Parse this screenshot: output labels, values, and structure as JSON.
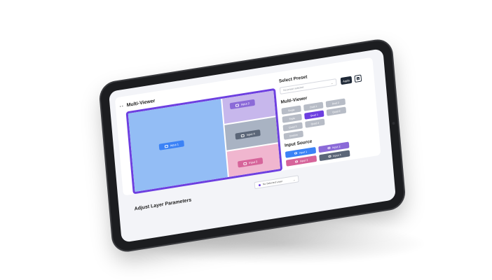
{
  "panel": {
    "title": "Multi-Viewer",
    "menu_glyph": "• •"
  },
  "viewer": {
    "cells": [
      {
        "label": "Input 1",
        "color": "#93bdf5",
        "chip_color": "#3b82f6"
      },
      {
        "label": "Input 2",
        "color": "#c7b7ec",
        "chip_color": "#8b6ad8"
      },
      {
        "label": "Input 4",
        "color": "#a9b3c3",
        "chip_color": "#5b6678"
      },
      {
        "label": "Input 3",
        "color": "#f0b6cf",
        "chip_color": "#d6649a"
      }
    ],
    "accent": "#6d3fe0"
  },
  "preset": {
    "title": "Select Preset",
    "placeholder": "No preset selected",
    "apply_label": "Apply",
    "delete_icon": "trash-icon"
  },
  "multiviewer": {
    "title": "Multi-Viewer",
    "layouts": [
      "Single",
      "Dual 1",
      "Dual 2",
      "Triple",
      "Quad 1",
      "Quad 2",
      "Quad 3",
      "Quad 4",
      "Custom"
    ],
    "active_index": 4
  },
  "input_source": {
    "title": "Input Source",
    "inputs": [
      {
        "label": "Input 1",
        "color": "#3b82f6"
      },
      {
        "label": "Input 2",
        "color": "#8b6ad8"
      },
      {
        "label": "Input 3",
        "color": "#d6649a"
      },
      {
        "label": "Input 4",
        "color": "#5b6678"
      }
    ]
  },
  "layer_params": {
    "title": "Adjust Layer Parameters",
    "select_value": "No Selected Layer"
  }
}
